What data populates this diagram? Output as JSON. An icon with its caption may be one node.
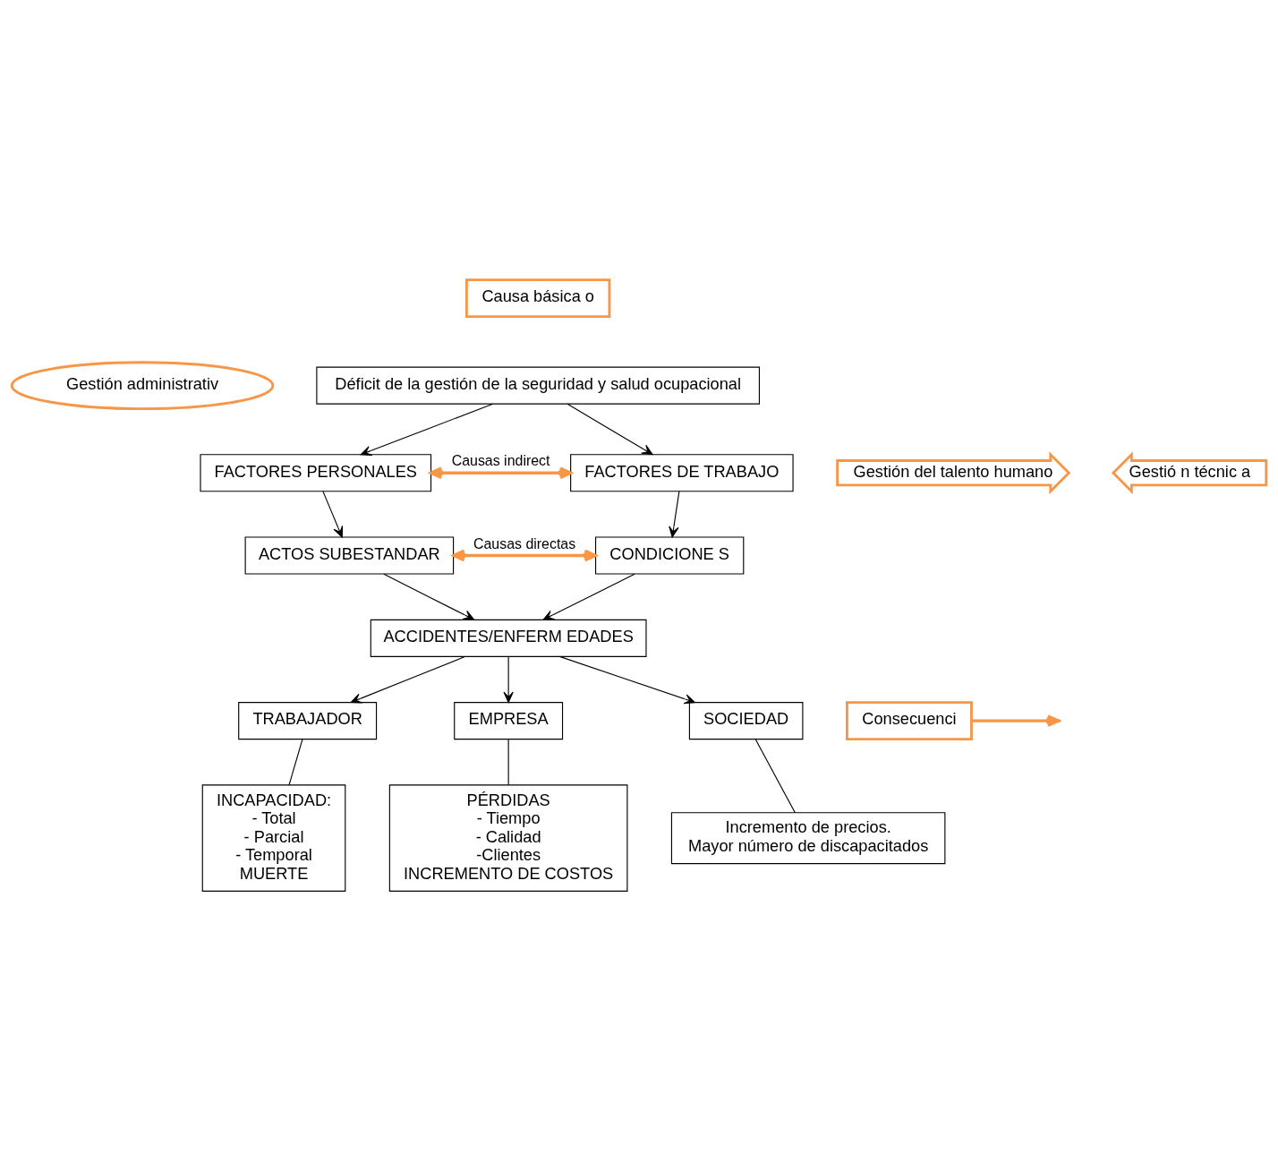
{
  "diagram": {
    "nodes": [
      {
        "text": [
          "Gestión administrativ"
        ]
      },
      {
        "text": [
          "Causa básica o"
        ]
      },
      {
        "text": [
          "Déficit de la gestión de la seguridad y salud ocupacional"
        ]
      },
      {
        "text": [
          "Gestión del talento humano"
        ]
      },
      {
        "text": [
          "FACTORES PERSONALES"
        ]
      },
      {
        "text": [
          "FACTORES DE TRABAJO"
        ]
      },
      {
        "text": [
          "Gestió n técnic a"
        ]
      },
      {
        "text": [
          "ACTOS SUBESTANDAR"
        ]
      },
      {
        "text": [
          "CONDICIONE S"
        ]
      },
      {
        "text": [
          "ACCIDENTES/ENFERM EDADES"
        ]
      },
      {
        "text": [
          "Consecuenci"
        ]
      },
      {
        "text": [
          "TRABAJADOR"
        ]
      },
      {
        "text": [
          "EMPRESA"
        ]
      },
      {
        "text": [
          "SOCIEDAD"
        ]
      },
      {
        "text": [
          "INCAPACIDAD:",
          "- Total",
          "- Parcial",
          "- Temporal",
          "MUERTE"
        ]
      },
      {
        "text": [
          "PÉRDIDAS",
          "- Tiempo",
          "- Calidad",
          "-Clientes",
          "INCREMENTO DE COSTOS"
        ]
      },
      {
        "text": [
          "Incremento de precios.",
          "Mayor número de discapacitados"
        ]
      }
    ],
    "edges": [
      {
        "from": 2,
        "to": 4,
        "arrow": "to"
      },
      {
        "from": 2,
        "to": 5,
        "arrow": "to"
      },
      {
        "from": 4,
        "to": 5,
        "arrow": "both",
        "label": "Causas indirect",
        "style": "thick",
        "color": "#f79646"
      },
      {
        "from": 4,
        "to": 7,
        "arrow": "to"
      },
      {
        "from": 5,
        "to": 8,
        "arrow": "to"
      },
      {
        "from": 7,
        "to": 8,
        "arrow": "both",
        "label": "Causas directas",
        "style": "thick",
        "color": "#f79646"
      },
      {
        "from": 7,
        "to": 9,
        "arrow": "to"
      },
      {
        "from": 8,
        "to": 9,
        "arrow": "to"
      },
      {
        "from": 9,
        "to": 11,
        "arrow": "to"
      },
      {
        "from": 9,
        "to": 12,
        "arrow": "to"
      },
      {
        "from": 9,
        "to": 13,
        "arrow": "to"
      },
      {
        "from": 10,
        "to": null,
        "arrow": "to",
        "style": "thick",
        "color": "#f79646"
      },
      {
        "from": 11,
        "to": 14,
        "arrow": "none"
      },
      {
        "from": 12,
        "to": 15,
        "arrow": "none"
      },
      {
        "from": 13,
        "to": 16,
        "arrow": "none"
      }
    ]
  }
}
